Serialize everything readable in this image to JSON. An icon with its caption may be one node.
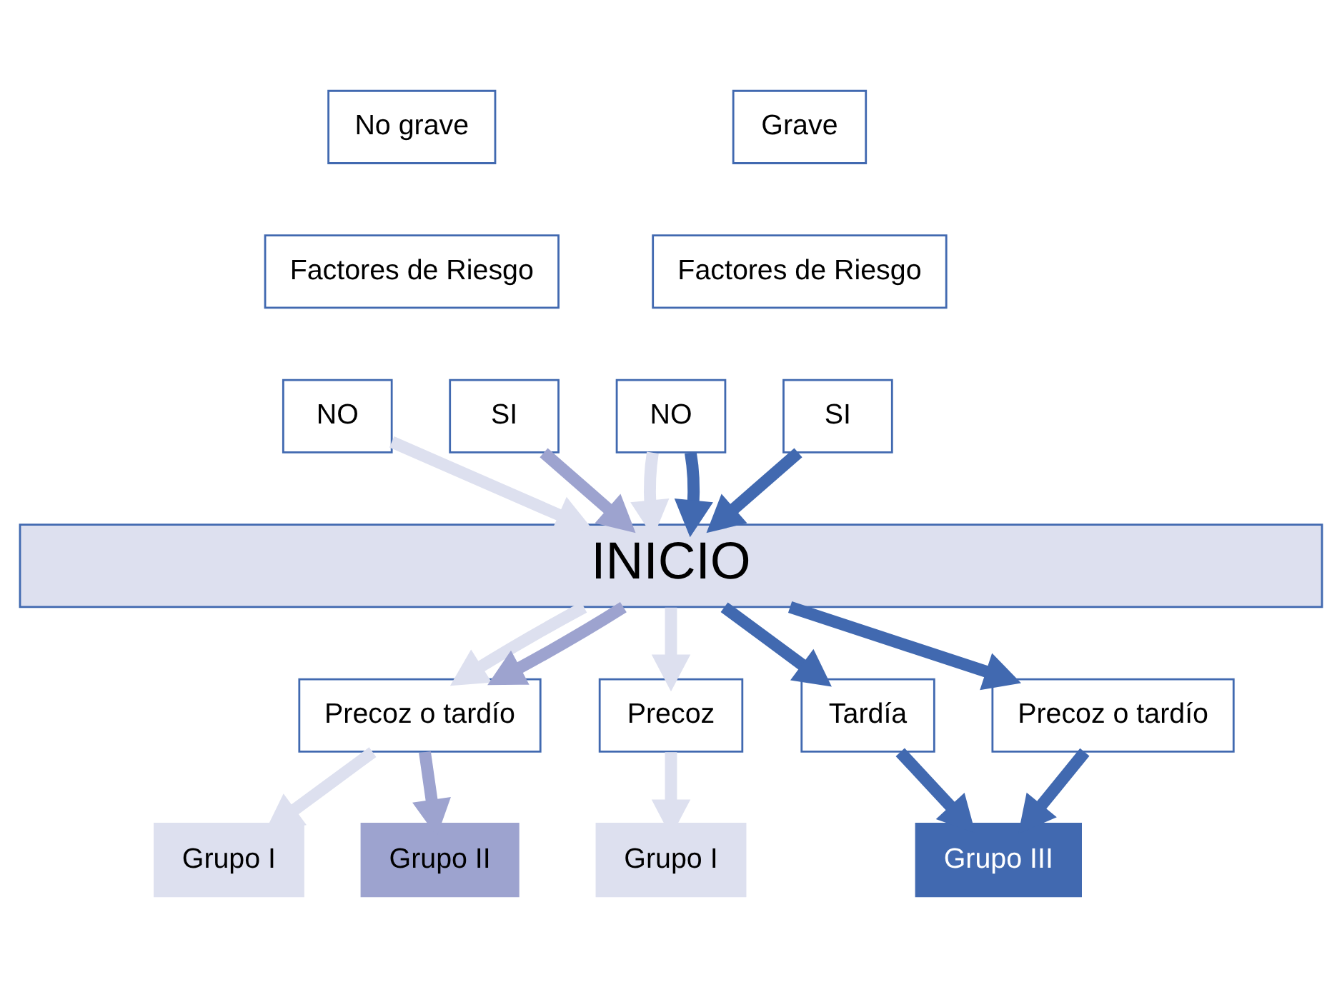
{
  "diagram": {
    "nodes": [
      {
        "text": [
          "No grave"
        ]
      },
      {
        "text": [
          "Grave"
        ]
      },
      {
        "text": [
          "Factores de Riesgo"
        ]
      },
      {
        "text": [
          "Factores de Riesgo"
        ]
      },
      {
        "text": [
          "NO"
        ]
      },
      {
        "text": [
          "SI"
        ]
      },
      {
        "text": [
          "NO"
        ]
      },
      {
        "text": [
          "SI"
        ]
      },
      {
        "text": [
          "INICIO"
        ]
      },
      {
        "text": [
          "Precoz o tardío"
        ]
      },
      {
        "text": [
          "Precoz"
        ]
      },
      {
        "text": [
          "Tardía"
        ]
      },
      {
        "text": [
          "Precoz o tardío"
        ]
      },
      {
        "text": [
          "Grupo I"
        ]
      },
      {
        "text": [
          "Grupo II"
        ]
      },
      {
        "text": [
          "Grupo I"
        ]
      },
      {
        "text": [
          "Grupo III"
        ]
      }
    ],
    "edges": [
      {
        "from": 4,
        "to": 8,
        "arrow": "to",
        "color": "#dde0ef"
      },
      {
        "from": 5,
        "to": 8,
        "arrow": "to",
        "color": "#9da3cf"
      },
      {
        "from": 6,
        "to": 8,
        "arrow": "to",
        "color": "#dde0ef"
      },
      {
        "from": 6,
        "to": 8,
        "arrow": "to",
        "color": "#4169b0"
      },
      {
        "from": 7,
        "to": 8,
        "arrow": "to",
        "color": "#4169b0"
      },
      {
        "from": 8,
        "to": 9,
        "arrow": "to",
        "color": "#dde0ef"
      },
      {
        "from": 8,
        "to": 9,
        "arrow": "to",
        "color": "#9da3cf"
      },
      {
        "from": 8,
        "to": 10,
        "arrow": "to",
        "color": "#dde0ef"
      },
      {
        "from": 8,
        "to": 11,
        "arrow": "to",
        "color": "#4169b0"
      },
      {
        "from": 8,
        "to": 12,
        "arrow": "to",
        "color": "#4169b0"
      },
      {
        "from": 9,
        "to": 13,
        "arrow": "to",
        "color": "#dde0ef"
      },
      {
        "from": 9,
        "to": 14,
        "arrow": "to",
        "color": "#9da3cf"
      },
      {
        "from": 10,
        "to": 15,
        "arrow": "to",
        "color": "#dde0ef"
      },
      {
        "from": 11,
        "to": 16,
        "arrow": "to",
        "color": "#4169b0"
      },
      {
        "from": 12,
        "to": 16,
        "arrow": "to",
        "color": "#4169b0"
      }
    ]
  }
}
